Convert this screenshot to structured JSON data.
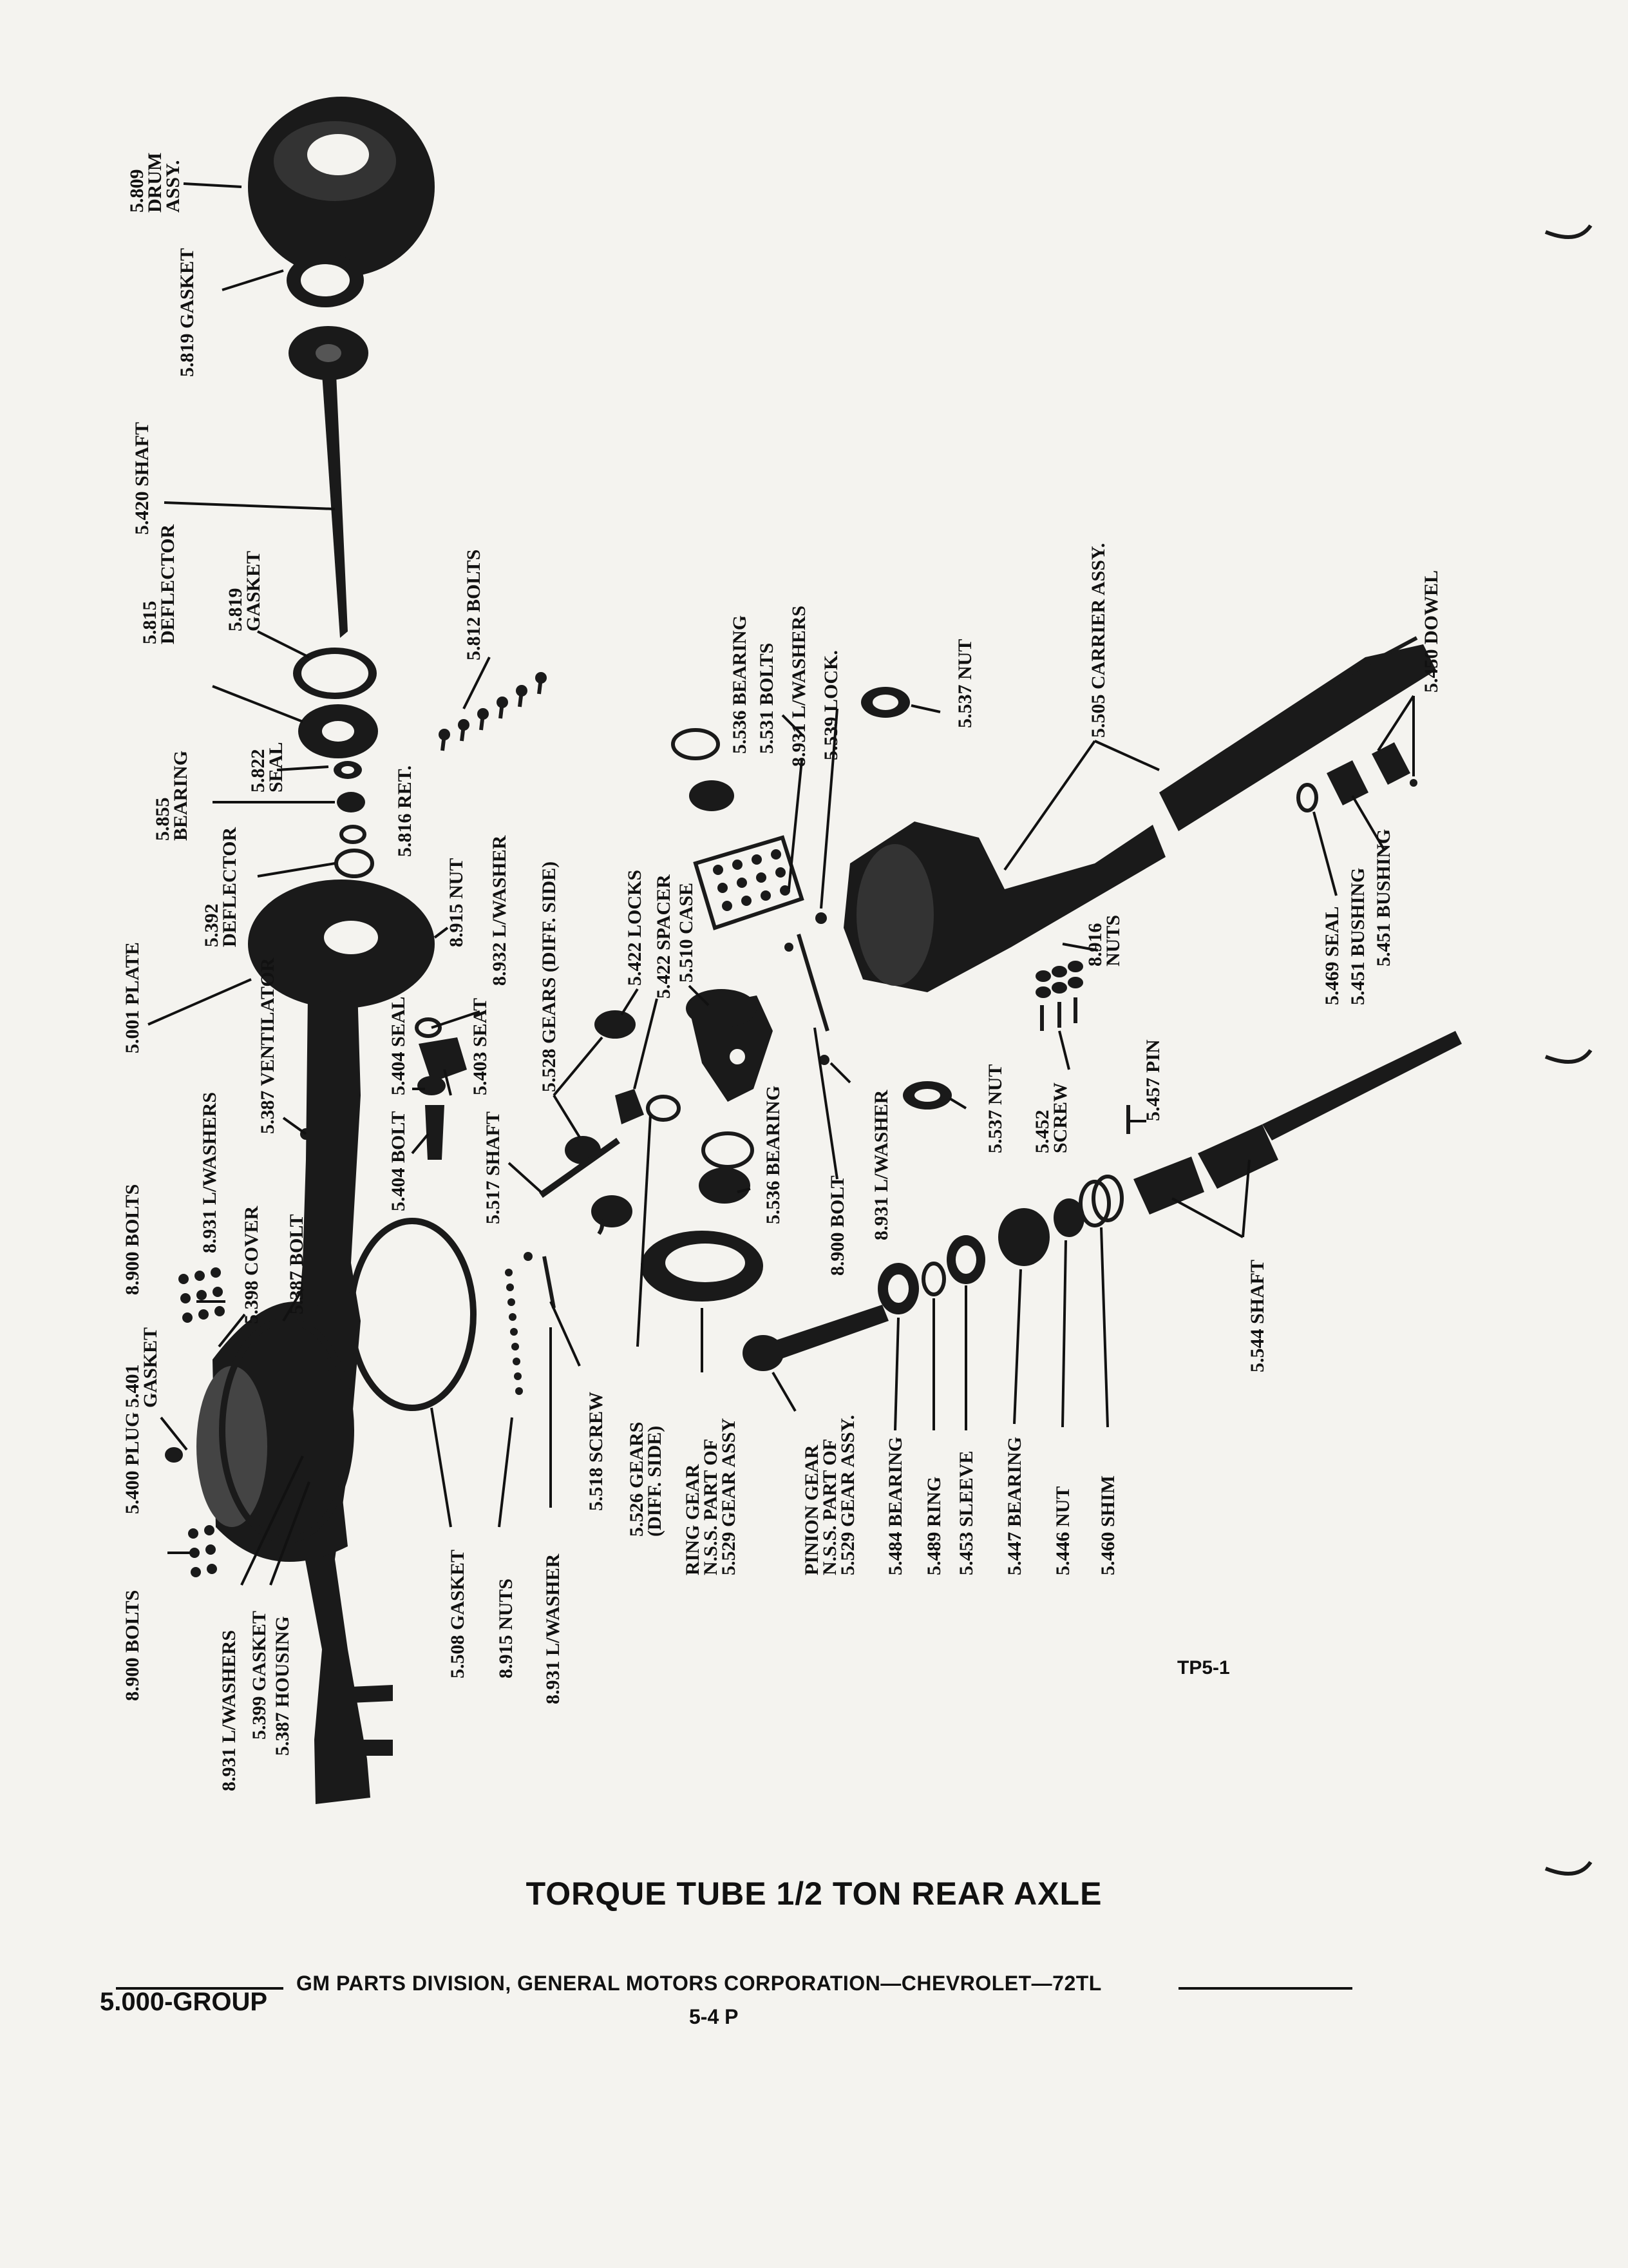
{
  "title": "TORQUE TUBE 1/2 TON REAR AXLE",
  "figure_code": "TP5-1",
  "footer": {
    "group": "5.000-GROUP",
    "publisher": "GM PARTS DIVISION, GENERAL MOTORS CORPORATION—CHEVROLET—72TL",
    "page": "5-4 P"
  },
  "callouts": {
    "drum_assy": [
      "5.809",
      "DRUM",
      "ASSY."
    ],
    "gasket_5819_top": "5.819 GASKET",
    "shaft_5420": "5.420 SHAFT",
    "deflector_5815": [
      "5.815",
      "DEFLECTOR"
    ],
    "gasket_5819": [
      "5.819",
      "GASKET"
    ],
    "bolts_5812": "5.812 BOLTS",
    "bearing_5855": [
      "5.855",
      "BEARING"
    ],
    "seal_5822": [
      "5.822",
      "SEAL"
    ],
    "ret_5816": "5.816 RET.",
    "deflector_5392": [
      "5.392",
      "DEFLECTOR"
    ],
    "plate_5001": "5.001 PLATE",
    "nut_8915": "8.915 NUT",
    "lwasher_8932": "8.932 L/WASHER",
    "gears_5528": "5.528 GEARS (DIFF. SIDE)",
    "locks_5422": "5.422 LOCKS",
    "spacer_5422": "5.422 SPACER",
    "case_5510": "5.510 CASE",
    "bearing_5536_top": "5.536 BEARING",
    "bolts_5531": "5.531 BOLTS",
    "lwashers_8931_case": "8.931 L/WASHERS",
    "lock_5539": "5.539 LOCK.",
    "nut_5537_top": "5.537 NUT",
    "carrier_5505": "5.505 CARRIER ASSY.",
    "dowel_5450": "5.450 DOWEL",
    "ventilator_5387": "5.387 VENTILATOR",
    "seal_5404": "5.404 SEAL",
    "seat_5403": "5.403 SEAT",
    "bolt_5404": "5.404 BOLT",
    "shaft_5517": "5.517 SHAFT",
    "bearing_5536_low": "5.536 BEARING",
    "bolt_8900": "8.900 BOLT",
    "lwasher_8931_mid": "8.931 L/WASHER",
    "nut_5537_low": "5.537 NUT",
    "screw_5452": [
      "5.452",
      "SCREW"
    ],
    "pin_5457": "5.457 PIN",
    "nuts_8916": [
      "8.916",
      "NUTS"
    ],
    "seal_5469": "5.469 SEAL",
    "bushing_5451_a": "5.451 BUSHING",
    "bushing_5451_b": "5.451 BUSHING",
    "lwashers_8931_left": "8.931 L/WASHERS",
    "bolts_8900_top": "8.900 BOLTS",
    "cover_5398": "5.398 COVER",
    "bolt_5387": "5.387 BOLT",
    "gasket_5401": [
      "5.401",
      "GASKET"
    ],
    "plug_5400": "5.400 PLUG",
    "bolts_8900_bottom": "8.900 BOLTS",
    "lwashers_8931_bottom": "8.931 L/WASHERS",
    "gasket_5399": "5.399 GASKET",
    "housing_5387": "5.387 HOUSING",
    "gasket_5508": "5.508 GASKET",
    "nuts_8915": "8.915 NUTS",
    "lwasher_8931_bottom": "8.931 L/WASHER",
    "screw_5518": "5.518 SCREW",
    "gears_5526": [
      "5.526 GEARS",
      "(DIFF. SIDE)"
    ],
    "ring_gear": [
      "RING GEAR",
      "N.S.S. PART OF",
      "5.529 GEAR ASSY"
    ],
    "pinion_gear": [
      "PINION GEAR",
      "N.S.S. PART OF",
      "5.529 GEAR ASSY."
    ],
    "bearing_5484": "5.484 BEARING",
    "ring_5489": "5.489 RING",
    "sleeve_5453": "5.453 SLEEVE",
    "bearing_5447": "5.447 BEARING",
    "nut_5446": "5.446 NUT",
    "shim_5460": "5.460 SHIM",
    "shaft_5544": "5.544 SHAFT"
  },
  "colors": {
    "ink": "#111111",
    "paper": "#f4f3ef"
  }
}
